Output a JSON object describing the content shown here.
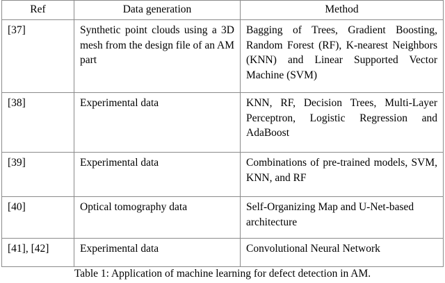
{
  "document": {
    "type": "academic-table-figure",
    "caption": "Table 1: Application of machine learning for defect detection in AM."
  },
  "table": {
    "columns": [
      {
        "key": "ref",
        "label": "Ref"
      },
      {
        "key": "data",
        "label": "Data generation"
      },
      {
        "key": "method",
        "label": "Method"
      }
    ],
    "rows": [
      {
        "ref": "[37]",
        "data": "Synthetic point clouds using a 3D mesh from the design file of an AM part",
        "method": "Bagging of Trees, Gradient Boosting, Random Forest (RF), K-nearest Neighbors (KNN) and Linear Supported Vector Machine (SVM)"
      },
      {
        "ref": "[38]",
        "data": "Experimental data",
        "method": "KNN, RF, Decision Trees, Multi-Layer Perceptron, Logistic Regression and AdaBoost"
      },
      {
        "ref": "[39]",
        "data": "Experimental data",
        "method": "Combinations of pre-trained models, SVM, KNN, and RF"
      },
      {
        "ref": "[40]",
        "data": "Optical tomography data",
        "method": "Self-Organizing Map and U-Net-based architecture"
      },
      {
        "ref": "[41], [42]",
        "data": "Experimental data",
        "method": "Convolutional Neural Network"
      }
    ]
  },
  "colors": {
    "page_background": "#ffffff",
    "text": "#000000",
    "table_border": "#8a8a8a"
  }
}
